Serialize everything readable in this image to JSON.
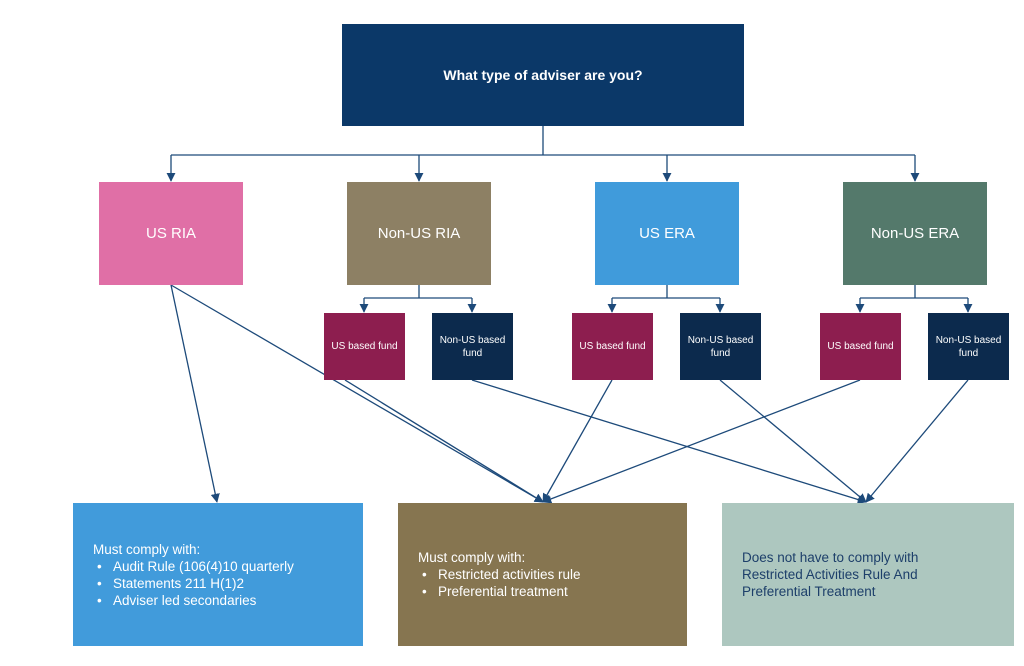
{
  "root": {
    "label": "What type of adviser are you?"
  },
  "categories": [
    {
      "label": "US RIA",
      "color": "#e06fa6"
    },
    {
      "label": "Non-US RIA",
      "color": "#8d8064"
    },
    {
      "label": "US ERA",
      "color": "#409bdb"
    },
    {
      "label": "Non-US ERA",
      "color": "#54796b"
    }
  ],
  "funds": [
    {
      "label": "US based fund",
      "color": "#8d1e4f"
    },
    {
      "label": "Non-US based fund",
      "color": "#0c2a4d"
    }
  ],
  "outcomes": [
    {
      "heading": "Must comply with:",
      "items": [
        "Audit Rule (106(4)10 quarterly",
        "Statements 211 H(1)2",
        "Adviser led secondaries"
      ],
      "color": "#419bdb"
    },
    {
      "heading": "Must comply with:",
      "items": [
        "Restricted activities rule",
        "Preferential treatment"
      ],
      "color": "#867550"
    },
    {
      "text": "Does not have to comply with Restricted Activities Rule And Preferential Treatment",
      "color": "#adc7bf"
    }
  ],
  "connector_color": "#1d4a7a"
}
